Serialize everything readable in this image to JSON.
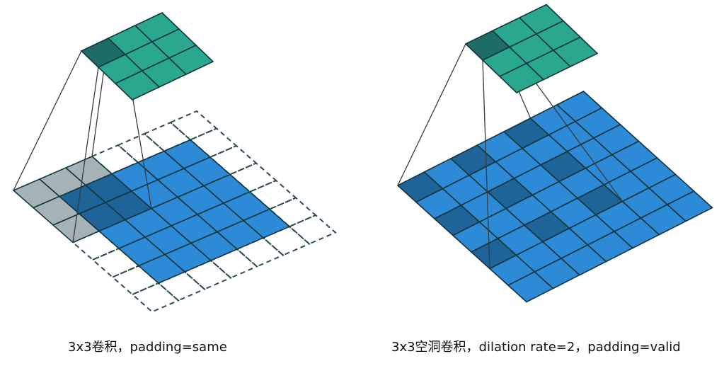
{
  "captions": {
    "left": "3x3卷积，padding=same",
    "right": "3x3空洞卷积，dilation rate=2，padding=valid"
  },
  "colors": {
    "output_cell": "#2aa88f",
    "output_cell_active": "#1d6d66",
    "input_cell": "#2d8ad7",
    "input_cell_active": "#1f6499",
    "padded_kernel_cell": "#a5b3b9",
    "grid_line": "#13363e",
    "dashed_padding": "#2f5046",
    "projection_line": "#3b3b3b"
  },
  "panels": {
    "left": {
      "input_size": 5,
      "padding": 1,
      "kernel_size": 3,
      "dilation": 1,
      "output_size": 3,
      "active_output_cell": [
        0,
        0
      ]
    },
    "right": {
      "input_size": 7,
      "padding": 0,
      "kernel_size": 3,
      "dilation": 2,
      "output_size": 3,
      "active_output_cell": [
        0,
        0
      ]
    }
  }
}
